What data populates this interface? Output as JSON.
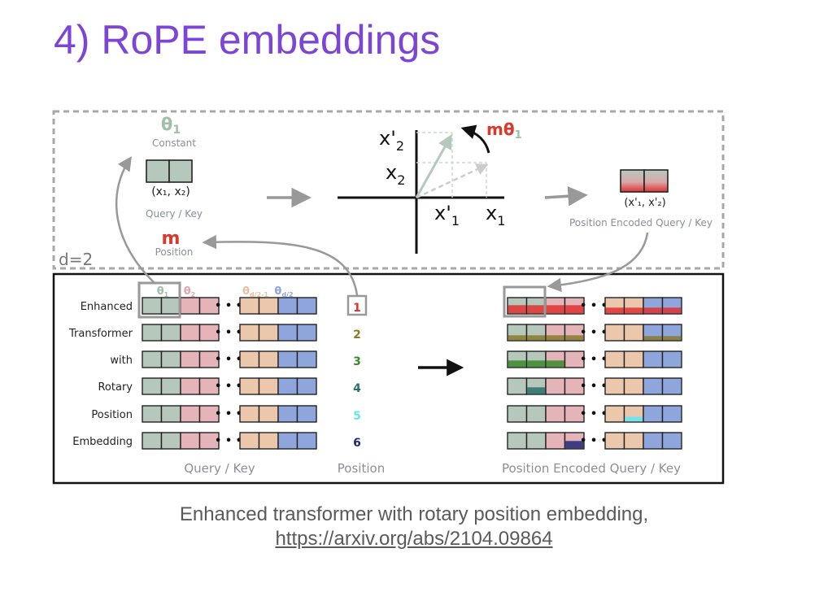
{
  "title": "4) RoPE embeddings",
  "caption": {
    "line1": "Enhanced transformer with rotary position embedding,",
    "link": "https://arxiv.org/abs/2104.09864"
  },
  "top_panel": {
    "dimension_label": "d=2",
    "theta_label": "θ",
    "theta_sub": "1",
    "constant_label": "Constant",
    "vector_label": "(x₁, x₂)",
    "query_key_label": "Query / Key",
    "m_label": "m",
    "position_label": "Position",
    "rotation_label": "mθ",
    "rotation_sub": "1",
    "axis_x": "x",
    "axis_x_sub": "1",
    "axis_x_rot": "x'",
    "axis_x_rot_sub": "1",
    "axis_y": "x",
    "axis_y_sub": "2",
    "axis_y_rot": "x'",
    "axis_y_rot_sub": "2",
    "encoded_vector_label": "(x'₁, x'₂)",
    "encoded_label": "Position Encoded Query / Key"
  },
  "bottom_panel": {
    "theta_headers": [
      {
        "main": "θ",
        "sub": "1",
        "color": "#9fbfa8"
      },
      {
        "main": "θ",
        "sub": "2",
        "color": "#e0a8ae"
      },
      {
        "main": "θ",
        "sub": "d/2-1",
        "color": "#e8c0a0"
      },
      {
        "main": "θ",
        "sub": "d/2",
        "color": "#8fa5dd"
      }
    ],
    "row_labels": [
      "Enhanced",
      "Transformer",
      "with",
      "Rotary",
      "Position",
      "Embedding"
    ],
    "positions": [
      {
        "label": "1",
        "color": "#e03030"
      },
      {
        "label": "2",
        "color": "#8a7a2a"
      },
      {
        "label": "3",
        "color": "#3a8a2a"
      },
      {
        "label": "4",
        "color": "#2a7070"
      },
      {
        "label": "5",
        "color": "#66e6f0"
      },
      {
        "label": "6",
        "color": "#202878"
      }
    ],
    "ellipsis": "• • •",
    "query_key_label": "Query / Key",
    "position_label": "Position",
    "encoded_label": "Position Encoded Query / Key"
  },
  "colors": {
    "title": "#7d45d6",
    "green": "#b6c8bc",
    "pink": "#e4b4b8",
    "peach": "#ebc8ac",
    "blue": "#8fa6dc",
    "gray_text": "#8a8f9a",
    "theta_green": "#9fbfa8",
    "m_red": "#d83a2e",
    "arrow_gray": "#999999"
  }
}
